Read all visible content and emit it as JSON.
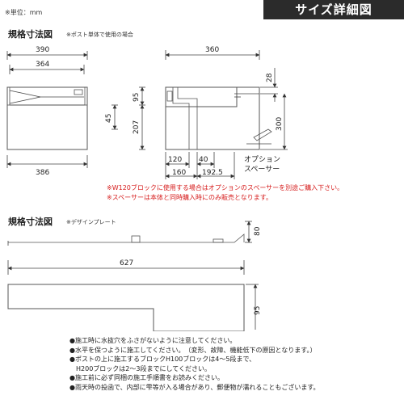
{
  "header": {
    "unit_label": "※単位：mm",
    "title": "サイズ詳細図"
  },
  "section1": {
    "title": "規格寸法図",
    "note": "※ポスト単体で使用の場合",
    "dims": {
      "w390": "390",
      "w364": "364",
      "w386": "386",
      "h95": "95",
      "h45": "45",
      "h207": "207",
      "d360": "360",
      "d120": "120",
      "d40": "40",
      "d160": "160",
      "d1925": "192.5",
      "h28": "28",
      "h300": "300"
    },
    "spacer_label_1": "オプション",
    "spacer_label_2": "スペーサー",
    "warnings": [
      "※W120ブロックに使用する場合はオプションのスペーサーを別途ご購入下さい。",
      "※スペーサーは本体と同時購入時にのみ販売となります。"
    ]
  },
  "section2": {
    "title": "規格寸法図",
    "note": "※デザインプレート",
    "dims": {
      "h80": "80",
      "w627": "627",
      "h95": "95"
    }
  },
  "notes": [
    "●施工時に水抜穴をふさがないように注意してください。",
    "●水平を保つように施工してください。　（変形、故障、機能低下の原因となります。）",
    "●ポストの上に施工するブロックH100ブロックは4〜5段まで、",
    "　H200ブロックは2〜3段までにしてください。",
    "●施工前に必ず同梱の施工手順書をお読みください。",
    "●雨天時の投函で、内部に雫等が入る場合があり、郵便物が濡れることもございます。"
  ],
  "colors": {
    "title_bg": "#2b2b2b",
    "warning_red": "#d61c1c",
    "line": "#333333"
  }
}
